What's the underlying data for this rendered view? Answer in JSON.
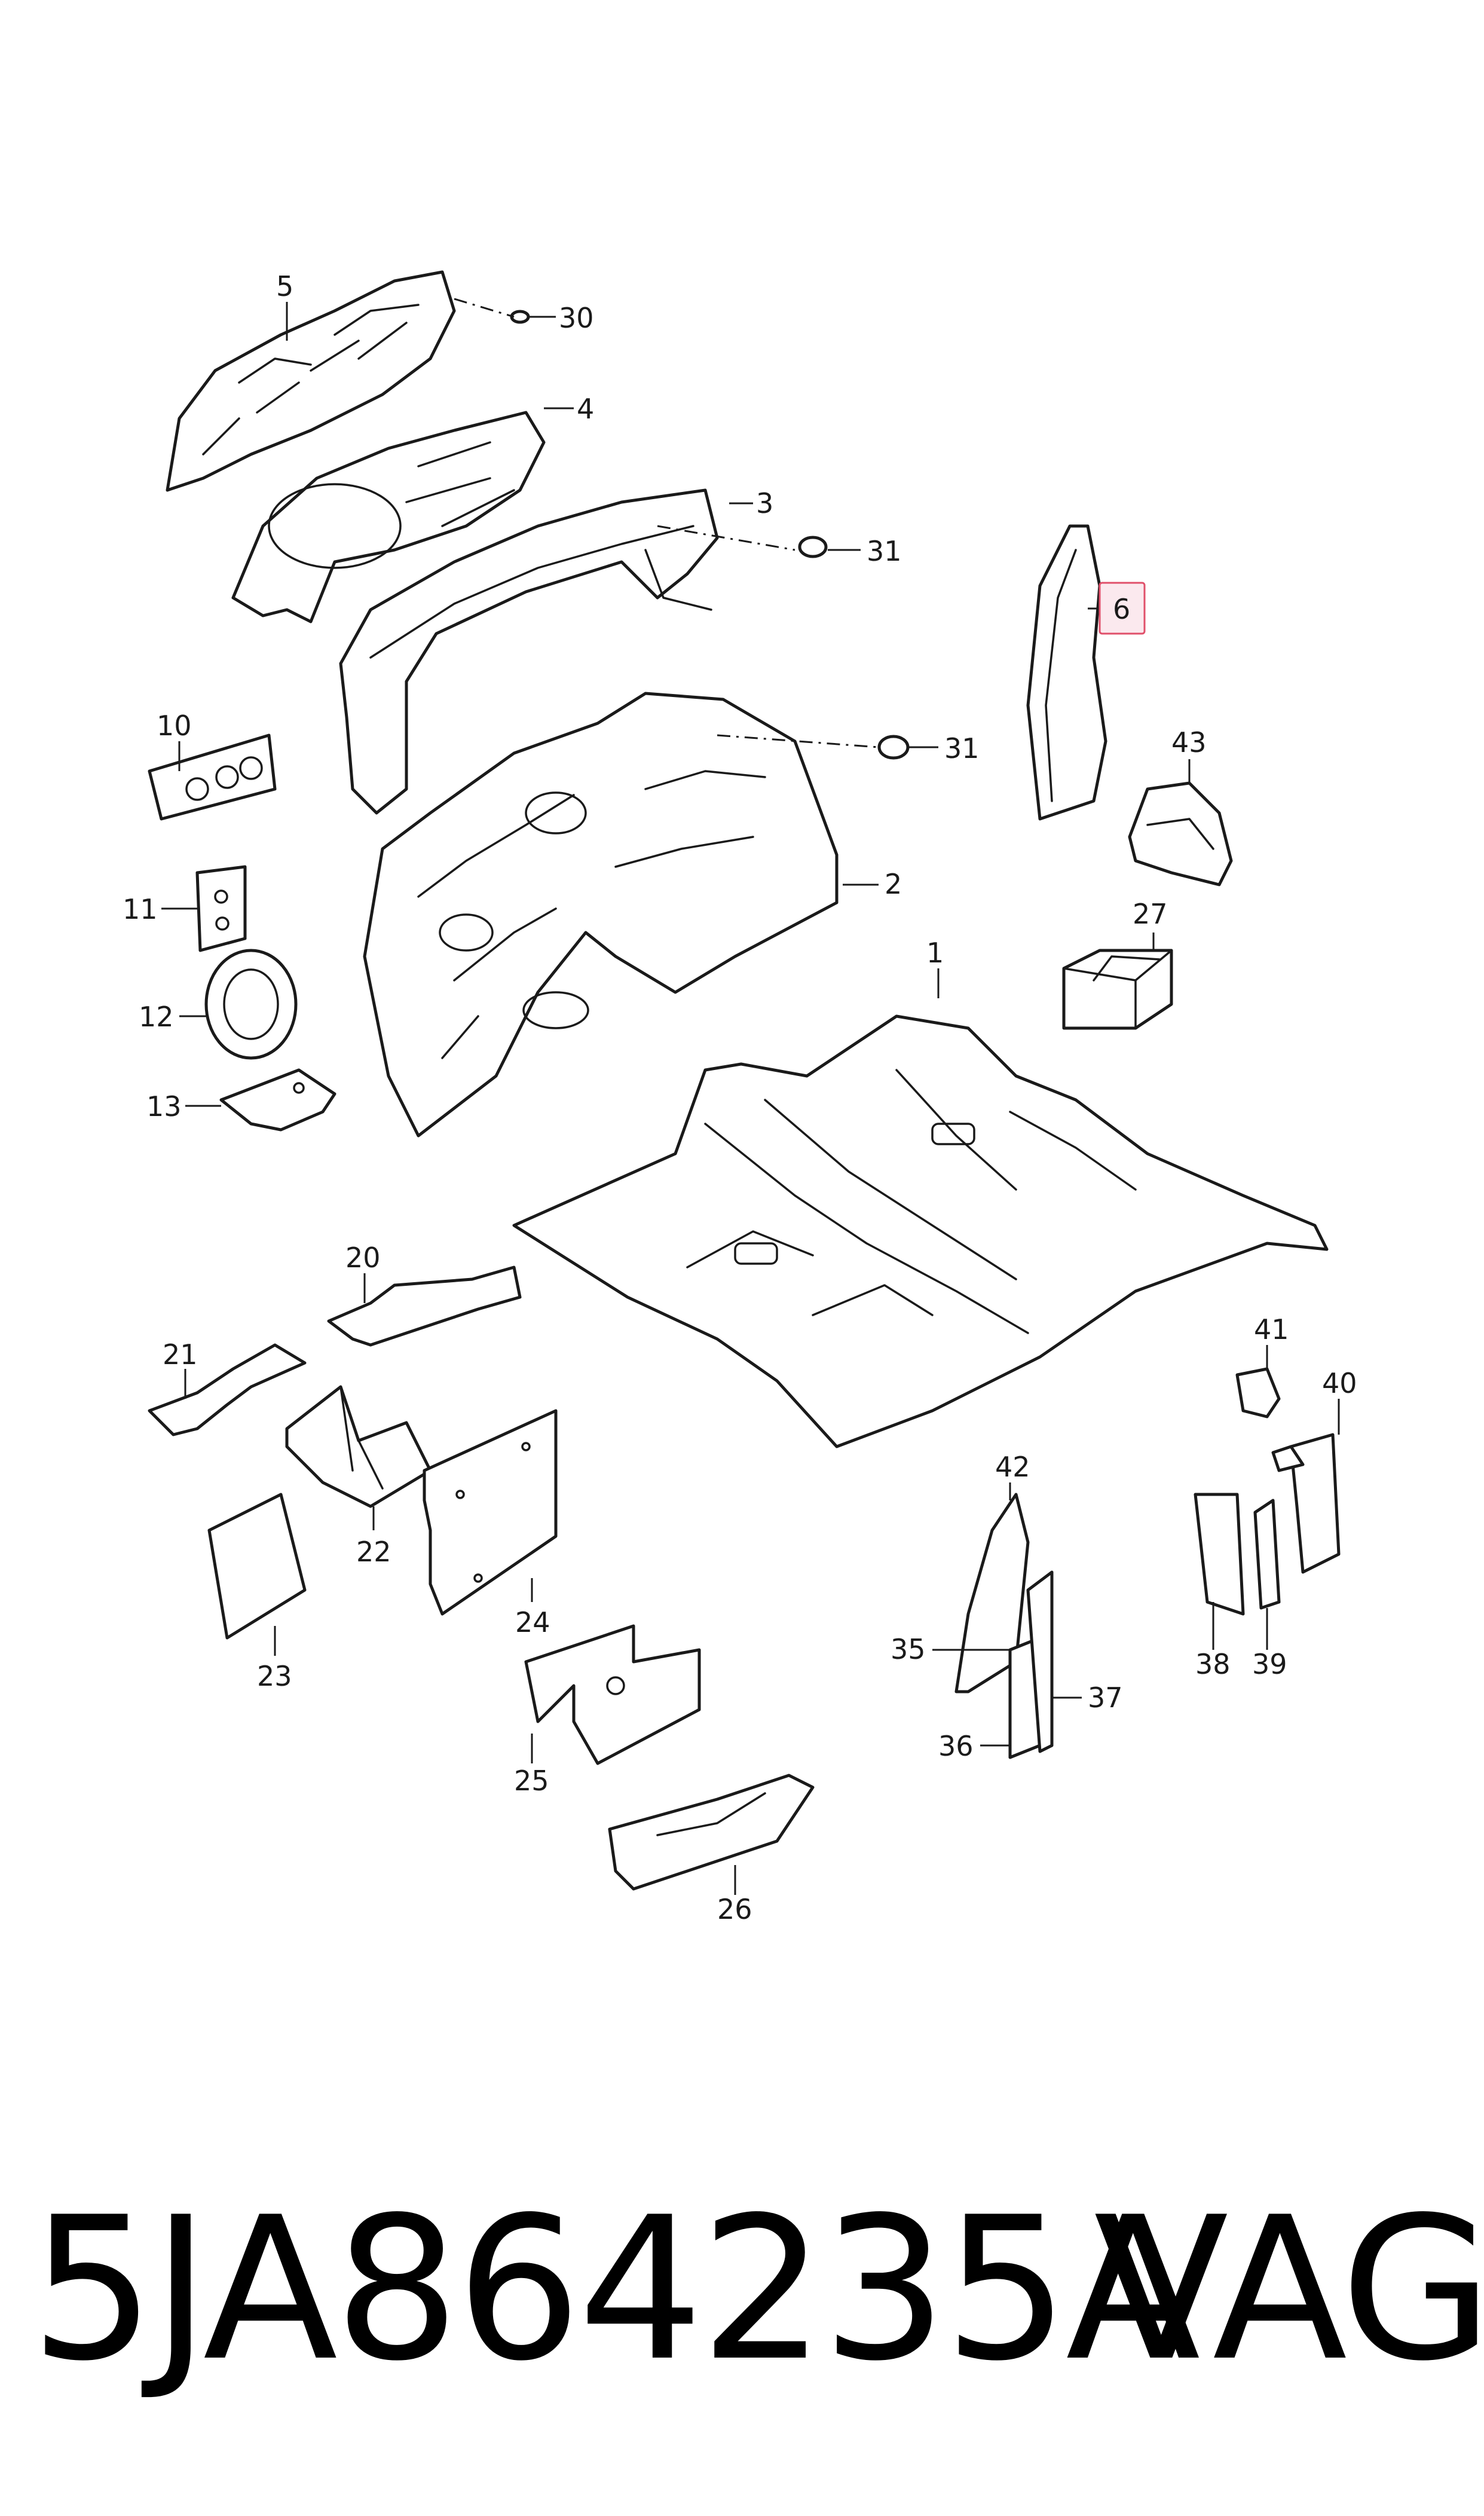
{
  "diagram": {
    "callouts": [
      "1",
      "2",
      "3",
      "4",
      "5",
      "6",
      "10",
      "11",
      "12",
      "13",
      "20",
      "21",
      "22",
      "23",
      "24",
      "25",
      "26",
      "27",
      "30",
      "31",
      "31",
      "35",
      "36",
      "37",
      "38",
      "39",
      "40",
      "41",
      "42",
      "43"
    ],
    "highlighted": "6",
    "highlight_color": "#e0506a"
  },
  "footer": {
    "part_number": "5JA864235A",
    "brand": "VAG"
  }
}
